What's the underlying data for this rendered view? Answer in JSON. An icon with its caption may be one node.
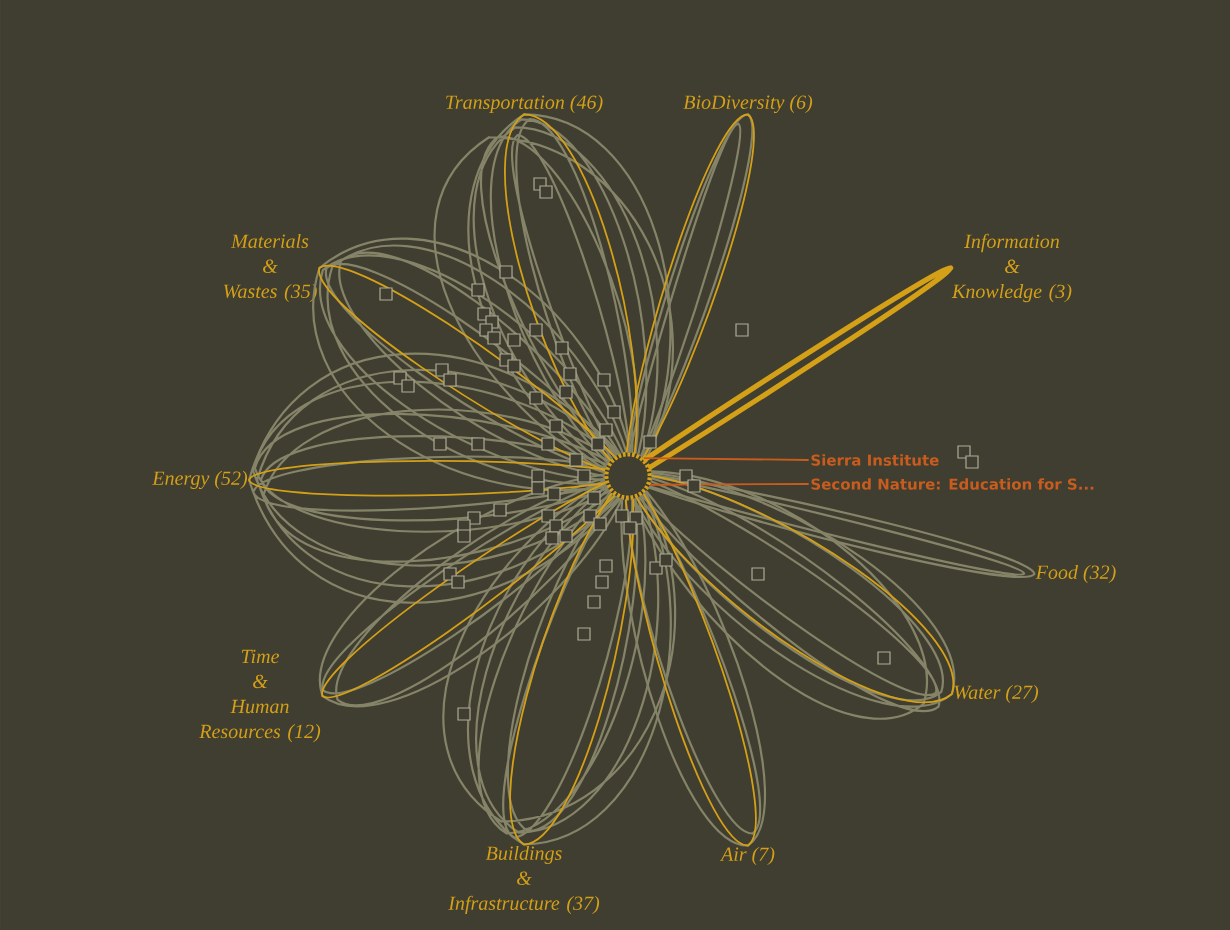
{
  "diagram": {
    "nodes": [
      {
        "text": [
          "Transportation (46)"
        ]
      },
      {
        "text": [
          "BioDiversity (6)"
        ]
      },
      {
        "text": [
          "Materials & Wastes (35)"
        ]
      },
      {
        "text": [
          "Information & Knowledge (3)"
        ]
      },
      {
        "text": [
          "Energy (52)"
        ]
      },
      {
        "text": [],
        "shape": "circle"
      },
      {
        "text": [
          "Sierra Institute"
        ]
      },
      {
        "text": [
          "Second Nature: Education for S..."
        ]
      },
      {
        "text": [
          "Food (32)"
        ]
      },
      {
        "text": [
          "Time & Human Resources (12)"
        ]
      },
      {
        "text": [
          "Water (27)"
        ]
      },
      {
        "text": [
          "Buildings & Infrastructure (37)"
        ]
      },
      {
        "text": [
          "Air (7)"
        ]
      }
    ],
    "edges": [
      {
        "from": 5,
        "to": 0,
        "arrow": "none"
      },
      {
        "from": 5,
        "to": 1,
        "arrow": "none"
      },
      {
        "from": 5,
        "to": 8,
        "arrow": "none"
      },
      {
        "from": 5,
        "to": 10,
        "arrow": "none"
      },
      {
        "from": 5,
        "to": 12,
        "arrow": "none"
      },
      {
        "from": 5,
        "to": 11,
        "arrow": "none"
      },
      {
        "from": 5,
        "to": 9,
        "arrow": "none"
      },
      {
        "from": 5,
        "to": 4,
        "arrow": "none"
      },
      {
        "from": 5,
        "to": 2,
        "arrow": "none"
      },
      {
        "from": 5,
        "to": 0,
        "arrow": "none",
        "color": "#d4a017"
      },
      {
        "from": 5,
        "to": 1,
        "arrow": "none",
        "color": "#d4a017"
      },
      {
        "from": 5,
        "to": 3,
        "arrow": "none",
        "style": "thick",
        "color": "#d4a017"
      },
      {
        "from": 5,
        "to": 10,
        "arrow": "none",
        "color": "#d4a017"
      },
      {
        "from": 5,
        "to": 12,
        "arrow": "none",
        "color": "#d4a017"
      },
      {
        "from": 5,
        "to": 11,
        "arrow": "none",
        "color": "#d4a017"
      },
      {
        "from": 5,
        "to": 9,
        "arrow": "none",
        "color": "#d4a017"
      },
      {
        "from": 5,
        "to": 4,
        "arrow": "none",
        "color": "#d4a017"
      },
      {
        "from": 5,
        "to": 2,
        "arrow": "none",
        "color": "#d4a017"
      },
      {
        "from": 6,
        "to": 5,
        "arrow": "none",
        "color": "#c85c1e"
      },
      {
        "from": 7,
        "to": 5,
        "arrow": "none",
        "color": "#c85c1e"
      }
    ]
  }
}
